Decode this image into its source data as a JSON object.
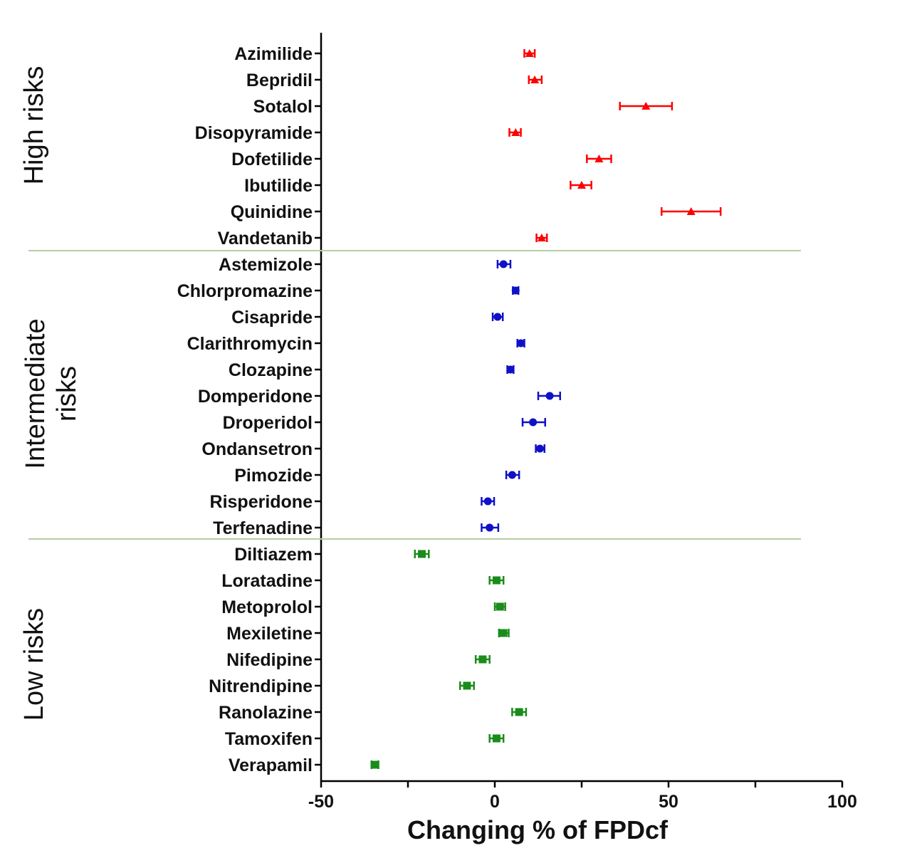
{
  "chart_data": {
    "type": "scatter",
    "orientation": "horizontal",
    "xlabel": "Changing % of FPDcf",
    "xlim": [
      -50,
      100
    ],
    "xticks": [
      -50,
      0,
      50,
      100
    ],
    "tick_labels": [
      "-50",
      "0",
      "50",
      "100"
    ],
    "grid": false,
    "groups": [
      {
        "label": "High risks",
        "color": "#ff0000",
        "marker": "triangle",
        "items": [
          {
            "name": "Azimilide",
            "mean": 10,
            "low": 8.5,
            "high": 11.5
          },
          {
            "name": "Bepridil",
            "mean": 11.5,
            "low": 9.8,
            "high": 13.5
          },
          {
            "name": "Sotalol",
            "mean": 43.5,
            "low": 36,
            "high": 51
          },
          {
            "name": "Disopyramide",
            "mean": 6,
            "low": 4.2,
            "high": 7.5
          },
          {
            "name": "Dofetilide",
            "mean": 30,
            "low": 26.5,
            "high": 33.5
          },
          {
            "name": "Ibutilide",
            "mean": 25,
            "low": 21.8,
            "high": 27.8
          },
          {
            "name": "Quinidine",
            "mean": 56.5,
            "low": 48,
            "high": 65
          },
          {
            "name": "Vandetanib",
            "mean": 13.5,
            "low": 12,
            "high": 15
          }
        ]
      },
      {
        "label": "Intermediate risks",
        "color": "#1010c8",
        "marker": "circle",
        "items": [
          {
            "name": "Astemizole",
            "mean": 2.5,
            "low": 0.8,
            "high": 4.5
          },
          {
            "name": "Chlorpromazine",
            "mean": 6,
            "low": 5.2,
            "high": 6.8
          },
          {
            "name": "Cisapride",
            "mean": 0.8,
            "low": -0.6,
            "high": 2.3
          },
          {
            "name": "Clarithromycin",
            "mean": 7.5,
            "low": 6.5,
            "high": 8.5
          },
          {
            "name": "Clozapine",
            "mean": 4.5,
            "low": 3.6,
            "high": 5.4
          },
          {
            "name": "Domperidone",
            "mean": 15.8,
            "low": 12.5,
            "high": 18.8
          },
          {
            "name": "Droperidol",
            "mean": 11,
            "low": 8,
            "high": 14.5
          },
          {
            "name": "Ondansetron",
            "mean": 13,
            "low": 11.8,
            "high": 14.3
          },
          {
            "name": "Pimozide",
            "mean": 5,
            "low": 3.3,
            "high": 7
          },
          {
            "name": "Risperidone",
            "mean": -2,
            "low": -3.8,
            "high": -0.2
          },
          {
            "name": "Terfenadine",
            "mean": -1.5,
            "low": -3.8,
            "high": 1
          }
        ]
      },
      {
        "label": "Low risks",
        "color": "#1a8c1a",
        "marker": "square",
        "items": [
          {
            "name": "Diltiazem",
            "mean": -21,
            "low": -23,
            "high": -19
          },
          {
            "name": "Loratadine",
            "mean": 0.5,
            "low": -1.5,
            "high": 2.5
          },
          {
            "name": "Metoprolol",
            "mean": 1.5,
            "low": 0,
            "high": 3
          },
          {
            "name": "Mexiletine",
            "mean": 2.5,
            "low": 1.2,
            "high": 4
          },
          {
            "name": "Nifedipine",
            "mean": -3.5,
            "low": -5.5,
            "high": -1.5
          },
          {
            "name": "Nitrendipine",
            "mean": -8,
            "low": -10,
            "high": -6
          },
          {
            "name": "Ranolazine",
            "mean": 7,
            "low": 5,
            "high": 9
          },
          {
            "name": "Tamoxifen",
            "mean": 0.5,
            "low": -1.5,
            "high": 2.5
          },
          {
            "name": "Verapamil",
            "mean": -34.5,
            "low": -35.5,
            "high": -33.5
          }
        ]
      }
    ]
  }
}
